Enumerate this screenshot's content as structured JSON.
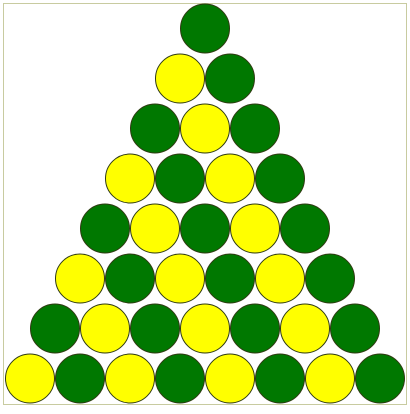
{
  "board": {
    "colors": {
      "green": "#007800",
      "yellow": "#ffff00",
      "outline": "#2f3a12",
      "frame": "#c8cba0",
      "background": "#ffffff"
    },
    "rows": [
      [
        "green"
      ],
      [
        "yellow",
        "green"
      ],
      [
        "green",
        "yellow",
        "green"
      ],
      [
        "yellow",
        "green",
        "yellow",
        "green"
      ],
      [
        "green",
        "yellow",
        "green",
        "yellow",
        "green"
      ],
      [
        "yellow",
        "green",
        "yellow",
        "green",
        "yellow",
        "green"
      ],
      [
        "green",
        "yellow",
        "green",
        "yellow",
        "green",
        "yellow",
        "green"
      ],
      [
        "yellow",
        "green",
        "yellow",
        "green",
        "yellow",
        "green",
        "yellow",
        "green"
      ]
    ]
  }
}
